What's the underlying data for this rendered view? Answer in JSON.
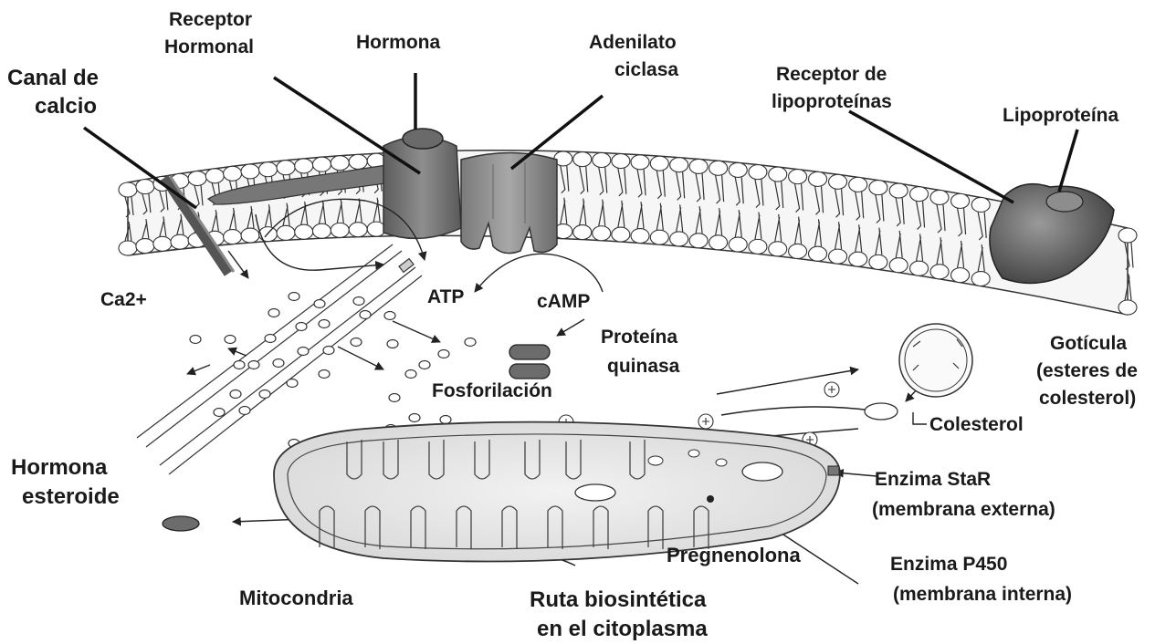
{
  "labels": {
    "canal_calcio": [
      "Canal de",
      "calcio"
    ],
    "receptor_hormonal": [
      "Receptor",
      "Hormonal"
    ],
    "hormona": "Hormona",
    "adenilato_ciclasa": [
      "Adenilato",
      "ciclasa"
    ],
    "receptor_lipoproteinas": [
      "Receptor de",
      "lipoproteínas"
    ],
    "lipoproteina": "Lipoproteína",
    "ca2": "Ca2+",
    "atp": "ATP",
    "camp": "cAMP",
    "proteina_quinasa": [
      "Proteína",
      "quinasa"
    ],
    "fosforilacion": "Fosforilación",
    "goticula": [
      "Gotícula",
      "(esteres de",
      "colesterol)"
    ],
    "colesterol": "Colesterol",
    "hormona_esteroide": [
      "Hormona",
      "esteroide"
    ],
    "enzima_star": [
      "Enzima StaR",
      "(membrana externa)"
    ],
    "enzima_p450": [
      "Enzima P450",
      "(membrana interna)"
    ],
    "pregnenolona": "Pregnenolona",
    "mitocondria": "Mitocondria",
    "ruta_biosintetica": [
      "Ruta biosintética",
      "en el citoplasma"
    ]
  },
  "colors": {
    "membrane_fill": "#f4f4f4",
    "protein_dark": "#6e6e6e",
    "protein_mid": "#8c8c8c",
    "mito_fill": "#eaeaea",
    "label_text": "#1a1a1a"
  },
  "icons": [
    "plus-circle-icon",
    "arrow-icon"
  ]
}
